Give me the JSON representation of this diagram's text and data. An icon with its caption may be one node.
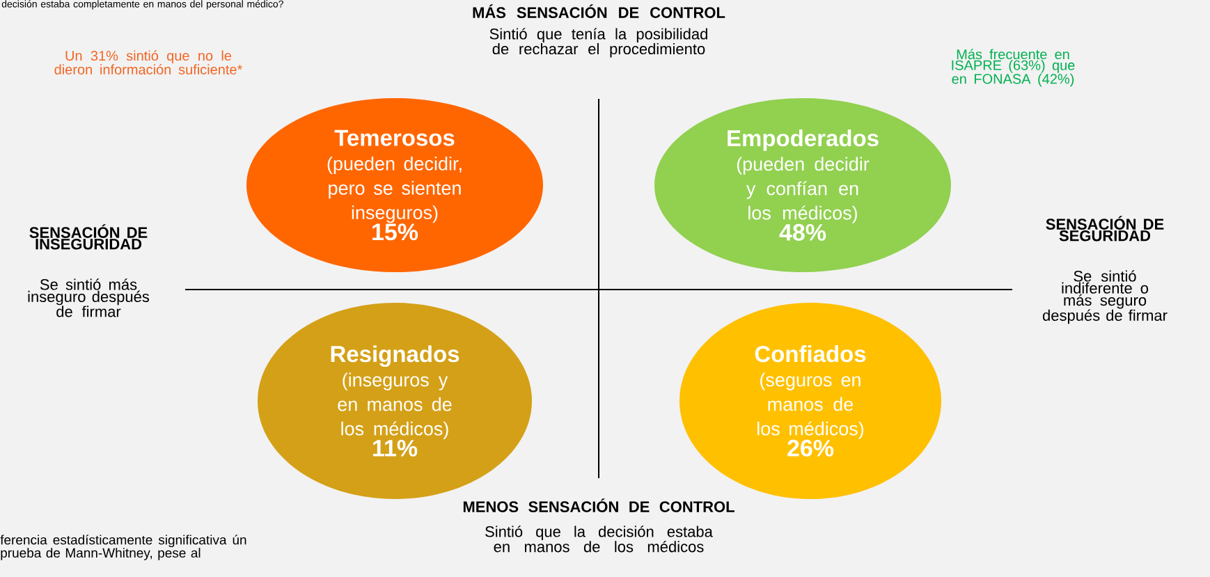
{
  "diagram": {
    "nodes": [
      {
        "text": [
          "Temerosos",
          "(pueden decidir, pero se sienten inseguros)",
          "15%"
        ]
      },
      {
        "text": [
          "Empoderados",
          "(pueden decidir y confían en los médicos)",
          "48%"
        ]
      },
      {
        "text": [
          "Resignados",
          "(inseguros y en manos de los médicos)",
          "11%"
        ]
      },
      {
        "text": [
          "Confiados",
          "(seguros en manos de los médicos)",
          "26%"
        ]
      }
    ],
    "labels": [
      "decisión estaba completamente en manos del personal médico?",
      "Un 31% sintió que no le dieron información suficiente*",
      "MÁS SENSACIÓN DE CONTROL",
      "Sintió que tenía la posibilidad de rechazar el procedimiento",
      "Más frecuente en ISAPRE (63%) que en FONASA (42%)",
      "SENSACIÓN DE INSEGURIDAD",
      "Se sintió más inseguro después de firmar",
      "SENSACIÓN DE SEGURIDAD",
      "Se sintió indiferente o más seguro después de firmar",
      "MENOS SENSACIÓN DE CONTROL",
      "Sintió que la decisión estaba en manos de los médicos",
      "ferencia estadísticamente significativa ún prueba de Mann-Whitney, pese al"
    ]
  }
}
